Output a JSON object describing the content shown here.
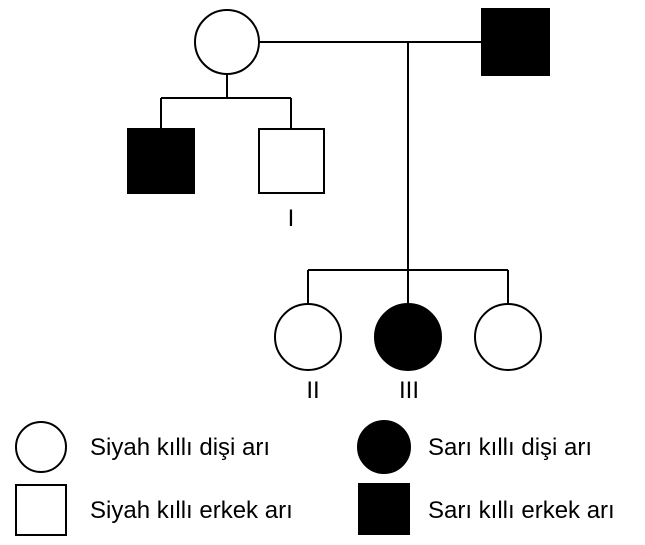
{
  "colors": {
    "stroke": "#000000",
    "affected_fill": "#000000",
    "unaffected_fill": "#ffffff",
    "background": "#ffffff"
  },
  "labels": {
    "individual_1": "I",
    "individual_2": "II",
    "individual_3": "III"
  },
  "legend": {
    "female_unaffected": "Siyah kıllı dişi arı",
    "female_affected": "Sarı kıllı dişi arı",
    "male_unaffected": "Siyah kıllı erkek arı",
    "male_affected": "Sarı kıllı erkek arı"
  }
}
